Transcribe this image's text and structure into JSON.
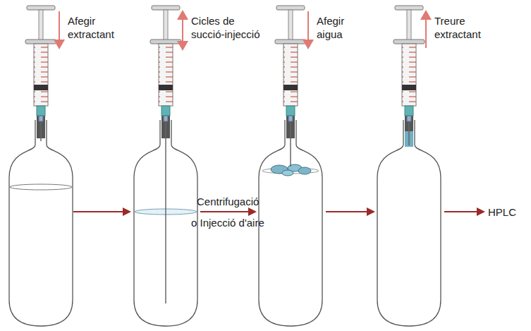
{
  "diagram": {
    "labels": [
      "Afegir extractant",
      "Cicles de succió-injecció",
      "Afegir aigua",
      "Treure extractant",
      "Centrifugació",
      "o Injecció d'aire",
      "HPLC"
    ]
  }
}
